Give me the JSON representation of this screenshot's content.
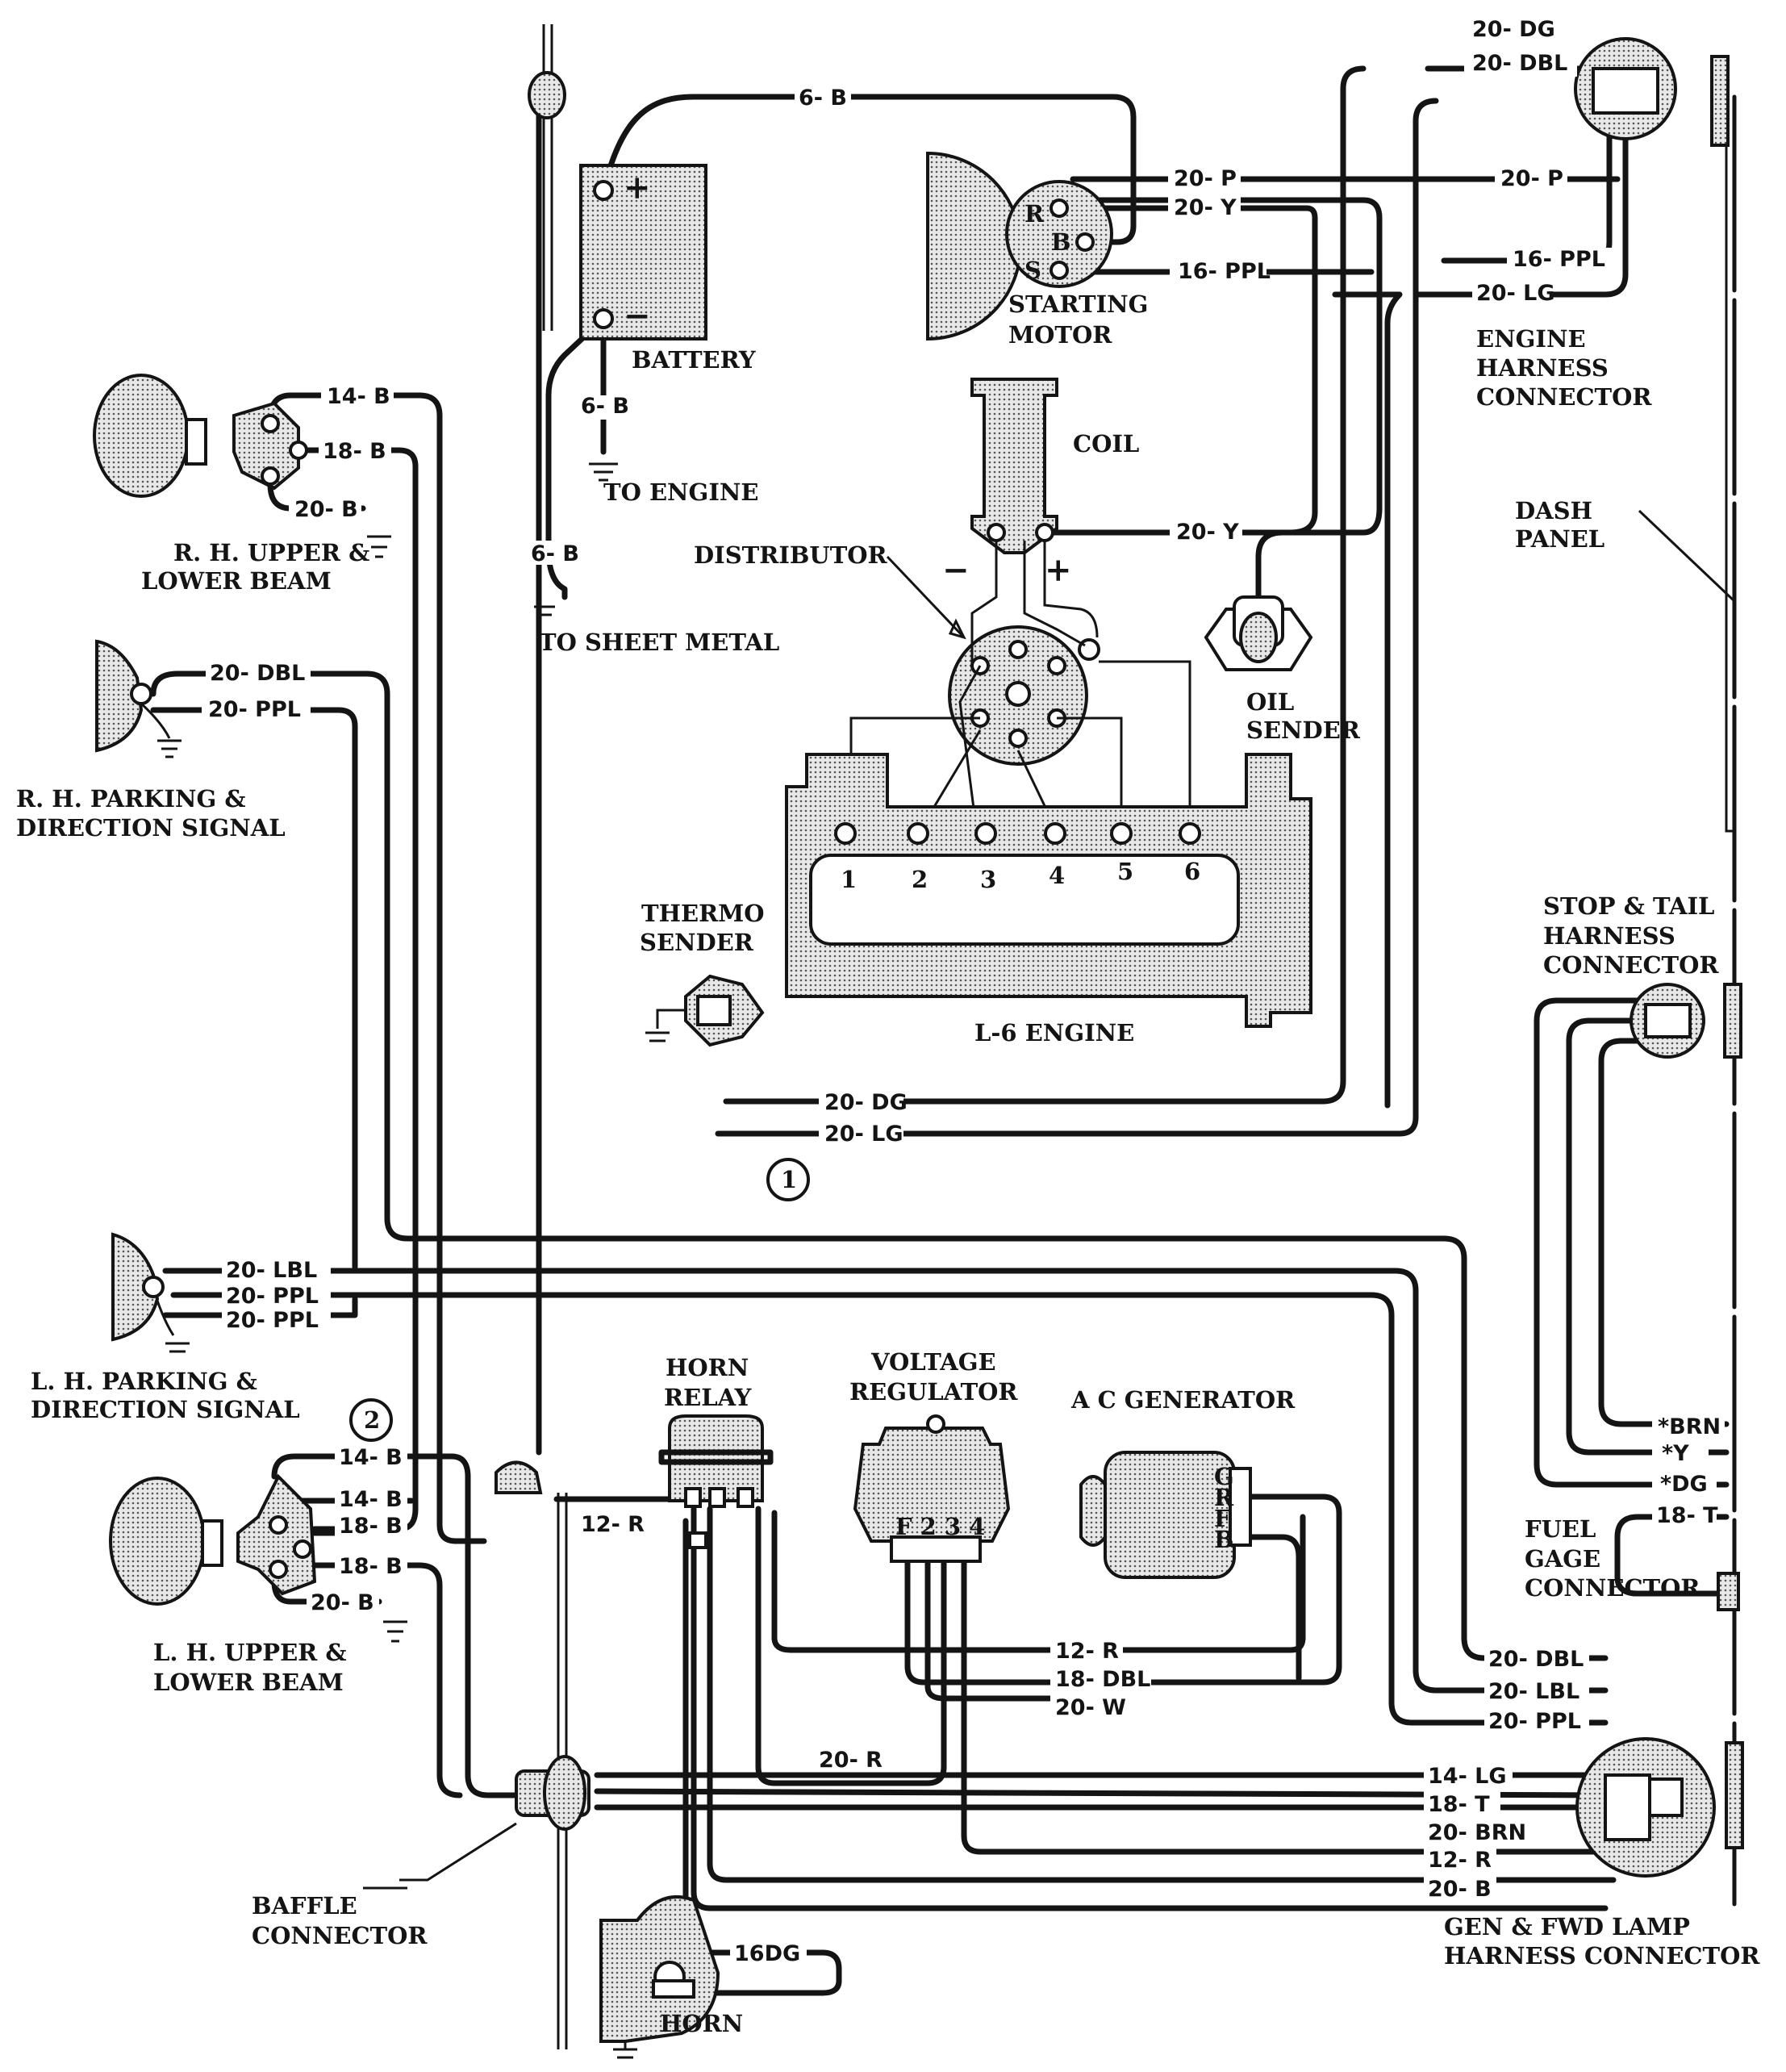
{
  "components": {
    "battery": "BATTERY",
    "to_engine": "TO ENGINE",
    "to_sheet_metal": "TO SHEET METAL",
    "starting_motor_1": "STARTING",
    "starting_motor_2": "MOTOR",
    "coil": "COIL",
    "distributor": "DISTRIBUTOR",
    "oil_sender_1": "OIL",
    "oil_sender_2": "SENDER",
    "engine_harness_1": "ENGINE",
    "engine_harness_2": "HARNESS",
    "engine_harness_3": "CONNECTOR",
    "dash_panel_1": "DASH",
    "dash_panel_2": "PANEL",
    "rh_beam_1": "R. H. UPPER &",
    "rh_beam_2": "LOWER BEAM",
    "rh_parking_1": "R. H. PARKING &",
    "rh_parking_2": "DIRECTION SIGNAL",
    "thermo_1": "THERMO",
    "thermo_2": "SENDER",
    "engine": "L-6 ENGINE",
    "stop_tail_1": "STOP & TAIL",
    "stop_tail_2": "HARNESS",
    "stop_tail_3": "CONNECTOR",
    "lh_parking_1": "L. H. PARKING &",
    "lh_parking_2": "DIRECTION SIGNAL",
    "horn_relay_1": "HORN",
    "horn_relay_2": "RELAY",
    "voltage_reg_1": "VOLTAGE",
    "voltage_reg_2": "REGULATOR",
    "ac_generator": "A C GENERATOR",
    "fuel_gage_1": "FUEL",
    "fuel_gage_2": "GAGE",
    "fuel_gage_3": "CONNECTOR",
    "lh_beam_1": "L. H. UPPER &",
    "lh_beam_2": "LOWER BEAM",
    "baffle_1": "BAFFLE",
    "baffle_2": "CONNECTOR",
    "gen_fwd_1": "GEN & FWD LAMP",
    "gen_fwd_2": "HARNESS CONNECTOR",
    "horn": "HORN"
  },
  "callouts": {
    "one": "1",
    "two": "2"
  },
  "terminals": {
    "starter_r": "R",
    "starter_b": "B",
    "starter_s": "S",
    "coil_minus": "−",
    "coil_plus": "+",
    "battery_plus": "+",
    "battery_minus": "−",
    "cyl_1": "1",
    "cyl_2": "2",
    "cyl_3": "3",
    "cyl_4": "4",
    "cyl_5": "5",
    "cyl_6": "6",
    "gen_g": "G",
    "gen_r": "R",
    "gen_f": "F",
    "gen_b": "B",
    "reg_terminals": "F 2 3 4"
  },
  "wires": {
    "batt_6b_top": "6- B",
    "batt_6b_ground": "6- B",
    "sheet_6b": "6- B",
    "eh_20dg": "20- DG",
    "eh_20dbl": "20- DBL",
    "starter_20p": "20- P",
    "eh_20p": "20- P",
    "starter_20y": "20- Y",
    "starter_16ppl": "16- PPL",
    "eh_16ppl": "16- PPL",
    "eh_20lg": "20- LG",
    "coil_20y": "20- Y",
    "rh_14b": "14- B",
    "rh_18b": "18- B",
    "rh_20b": "20- B",
    "rhp_20dbl": "20- DBL",
    "rhp_20ppl": "20- PPL",
    "thermo_20dg": "20- DG",
    "thermo_20lg": "20- LG",
    "lhp_20lbl": "20- LBL",
    "lhp_20ppl_a": "20- PPL",
    "lhp_20ppl_b": "20- PPL",
    "lh_14b_a": "14- B",
    "lh_14b_b": "14- B",
    "lh_18b_a": "18- B",
    "lh_18b_b": "18- B",
    "lh_20b": "20- B",
    "relay_12r": "12- R",
    "reg_12r": "12- R",
    "reg_18dbl": "18- DBL",
    "reg_20w": "20- W",
    "reg_20r": "20- R",
    "st_brn": "*BRN",
    "st_y": "*Y",
    "st_dg": "*DG",
    "fg_18t": "18- T",
    "gf_20dbl": "20- DBL",
    "gf_20lbl": "20- LBL",
    "gf_20ppl": "20- PPL",
    "gf_14lg": "14- LG",
    "gf_18t": "18- T",
    "gf_20brn": "20- BRN",
    "gf_12r": "12- R",
    "gf_20b": "20- B",
    "horn_16dg": "16DG"
  }
}
